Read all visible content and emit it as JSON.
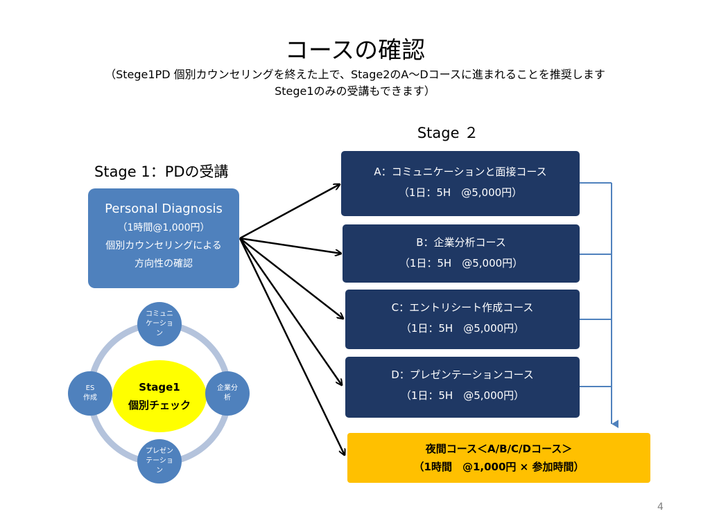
{
  "title": "コースの確認",
  "subtitle_lines": [
    "（Stege1PD 個別カウンセリングを終えた上で、Stage2のA～Dコースに進まれることを推奨します",
    "Stege1のみの受講もできます）"
  ],
  "stage1": {
    "label": "Stage 1：PDの受講",
    "box": {
      "title": "Personal Diagnosis",
      "price": "（1時間@1,000円）",
      "line1": "個別カウンセリングによる",
      "line2": "方向性の確認"
    }
  },
  "stage2": {
    "label": "Stage ２",
    "courses": [
      {
        "name": "A：コミュニケーションと面接コース",
        "price": "（1日：5H　@5,000円）"
      },
      {
        "name": "B：企業分析コース",
        "price": "（1日：5H　@5,000円）"
      },
      {
        "name": "C：エントリシート作成コース",
        "price": "（1日：5H　@5,000円）"
      },
      {
        "name": "D：プレゼンテーションコース",
        "price": "（1日：5H　@5,000円）"
      }
    ],
    "night": {
      "name": "夜間コース＜A/B/C/Dコース＞",
      "price": "（1時間　@1,000円 × 参加時間）"
    }
  },
  "cycle": {
    "center_line1": "Stage1",
    "center_line2": "個別チェック",
    "nodes": {
      "top": "コミュニ\nケーショ\nン",
      "right": "企業分\n析",
      "bottom": "プレゼン\nテーショ\nン",
      "left": "ES\n作成"
    }
  },
  "page_number": "4",
  "colors": {
    "pd_box": "#4f81bd",
    "course_box": "#1f3864",
    "night_box": "#ffc000",
    "cycle_center": "#ffff00",
    "cycle_ring": "#b4c3dc",
    "connector": "#4f81bd"
  }
}
